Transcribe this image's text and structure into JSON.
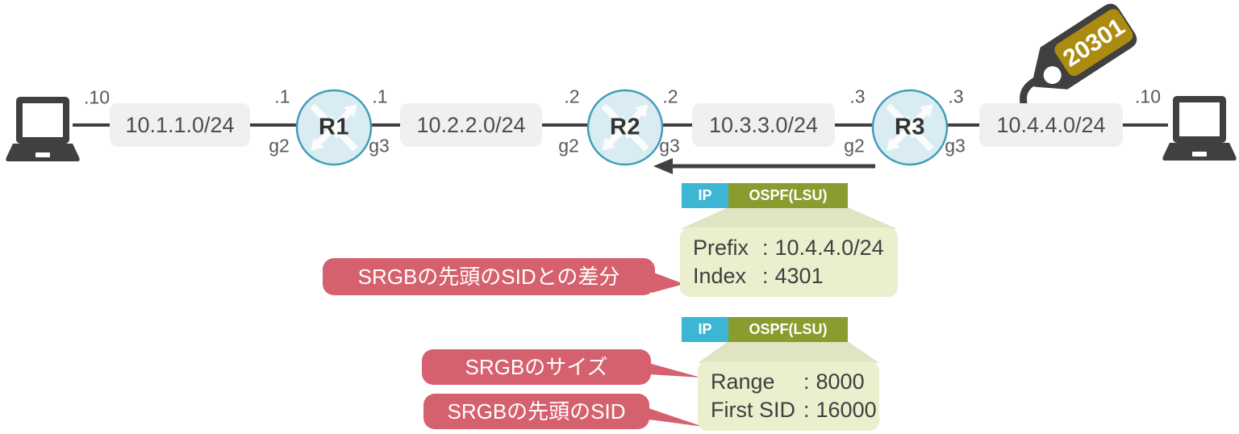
{
  "topology": {
    "left_host": {
      "ip_suffix": ".10"
    },
    "right_host": {
      "ip_suffix": ".10"
    },
    "segments": [
      {
        "network": "10.1.1.0/24"
      },
      {
        "network": "10.2.2.0/24"
      },
      {
        "network": "10.3.3.0/24"
      },
      {
        "network": "10.4.4.0/24"
      }
    ],
    "routers": [
      {
        "name": "R1",
        "left_ip": ".1",
        "left_if": "g2",
        "right_ip": ".1",
        "right_if": "g3"
      },
      {
        "name": "R2",
        "left_ip": ".2",
        "left_if": "g2",
        "right_ip": ".2",
        "right_if": "g3"
      },
      {
        "name": "R3",
        "left_ip": ".3",
        "left_if": "g2",
        "right_ip": ".3",
        "right_if": "g3"
      }
    ],
    "sid_tag": {
      "value": "20301"
    }
  },
  "packets": [
    {
      "headers": [
        "IP",
        "OSPF(LSU)"
      ],
      "fields": [
        {
          "label": "Prefix",
          "value": "10.4.4.0/24"
        },
        {
          "label": "Index",
          "value": "4301"
        }
      ]
    },
    {
      "headers": [
        "IP",
        "OSPF(LSU)"
      ],
      "fields": [
        {
          "label": "Range",
          "value": "8000"
        },
        {
          "label": "First SID",
          "value": "16000"
        }
      ]
    }
  ],
  "callouts": [
    {
      "text": "SRGBの先頭のSIDとの差分"
    },
    {
      "text": "SRGBのサイズ"
    },
    {
      "text": "SRGBの先頭のSID"
    }
  ],
  "ui": {
    "colon": ":"
  },
  "colors": {
    "line_dark": "#404040",
    "segment_box_bg": "#f0f0f0",
    "router_fill": "#daecf3",
    "router_border": "#3f9fb5",
    "ip_header": "#3db6d3",
    "ospf_header": "#8a9c2d",
    "detail_box": "#ebefce",
    "callout_red": "#d5616e",
    "tag_gold": "#ac8c10"
  }
}
